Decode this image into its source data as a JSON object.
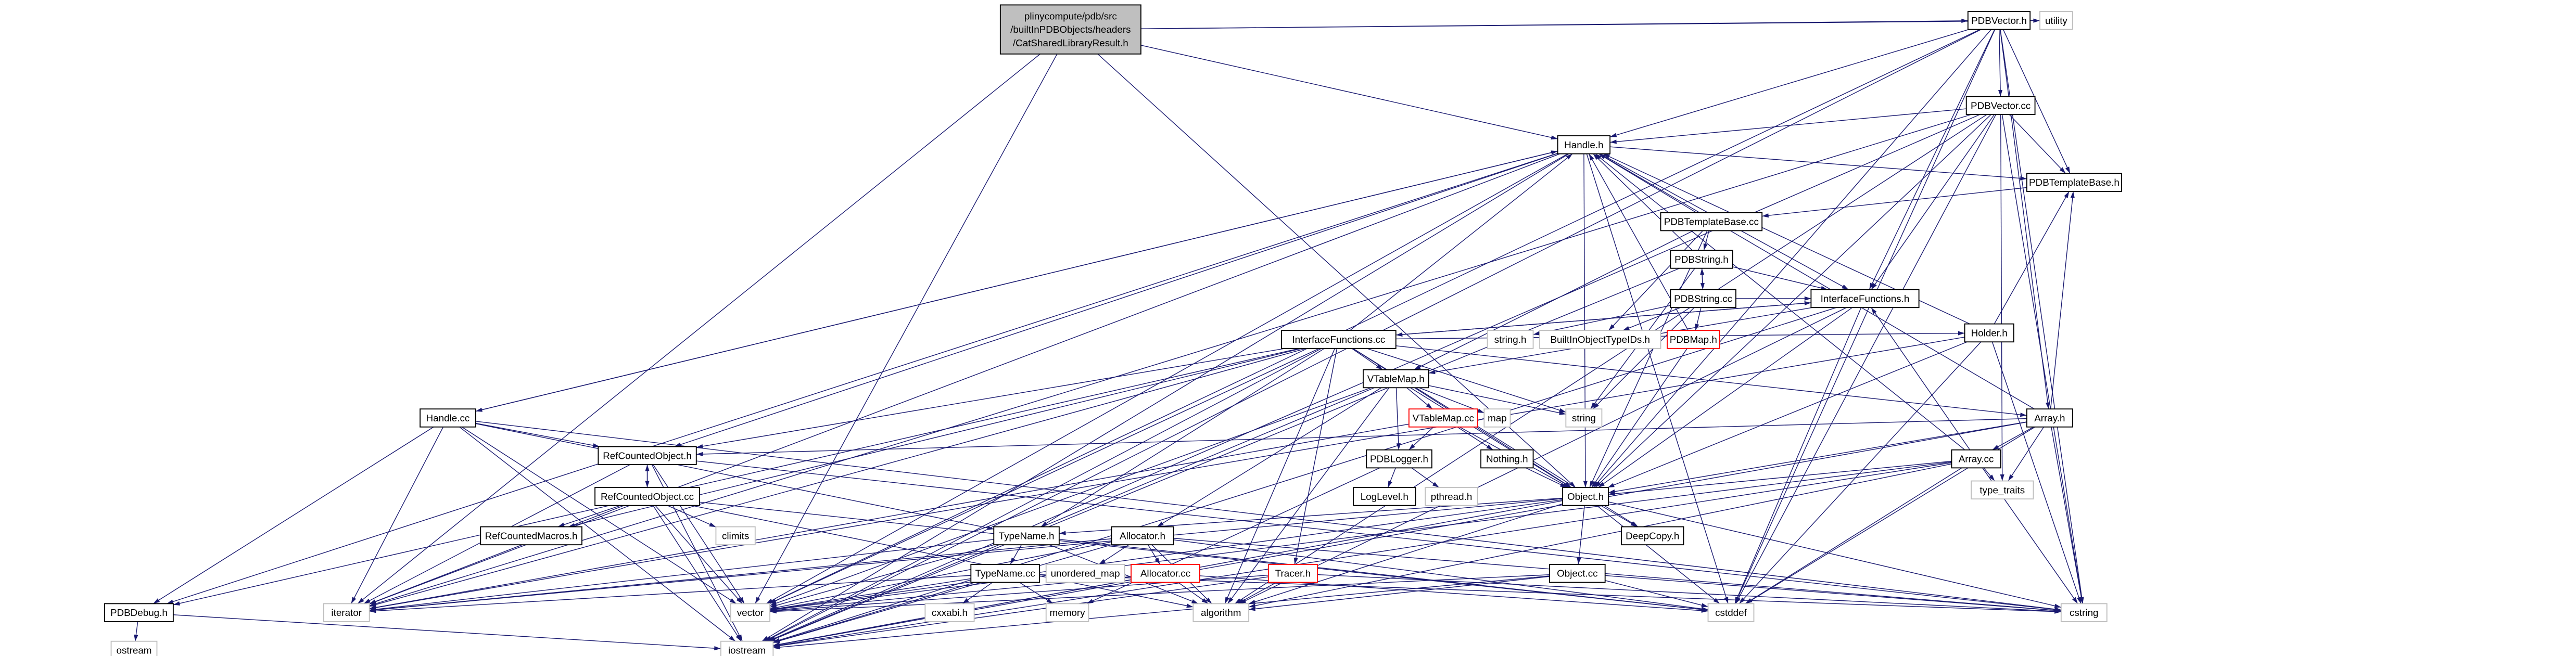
{
  "title": "plinycompute/pdb/src/builtInPDBObjects/headers/CatSharedLibraryResult.h",
  "colors": {
    "edge": "#191970",
    "root_fill": "#bfbfbf",
    "missing_border": "#ff0000",
    "system_border": "#bfbfbf"
  },
  "nodes": {
    "root": {
      "lines": [
        "plinycompute/pdb/src",
        "/builtInPDBObjects/headers",
        "/CatSharedLibraryResult.h"
      ],
      "kind": "root"
    },
    "PDBVector_h": {
      "lines": [
        "PDBVector.h"
      ],
      "kind": "file"
    },
    "utility": {
      "lines": [
        "utility"
      ],
      "kind": "sys"
    },
    "PDBVector_cc": {
      "lines": [
        "PDBVector.cc"
      ],
      "kind": "file"
    },
    "Handle_h": {
      "lines": [
        "Handle.h"
      ],
      "kind": "file"
    },
    "PDBTemplateBase_h": {
      "lines": [
        "PDBTemplateBase.h"
      ],
      "kind": "file"
    },
    "PDBTemplateBase_cc": {
      "lines": [
        "PDBTemplateBase.cc"
      ],
      "kind": "file"
    },
    "PDBString_h": {
      "lines": [
        "PDBString.h"
      ],
      "kind": "file"
    },
    "PDBString_cc": {
      "lines": [
        "PDBString.cc"
      ],
      "kind": "file"
    },
    "InterfaceFunctions_h": {
      "lines": [
        "InterfaceFunctions.h"
      ],
      "kind": "file"
    },
    "InterfaceFunctions_cc": {
      "lines": [
        "InterfaceFunctions.cc"
      ],
      "kind": "file"
    },
    "string_h": {
      "lines": [
        "string.h"
      ],
      "kind": "sys"
    },
    "BuiltInObjectTypeIDs_h": {
      "lines": [
        "BuiltInObjectTypeIDs.h"
      ],
      "kind": "sys"
    },
    "PDBMap_h": {
      "lines": [
        "PDBMap.h"
      ],
      "kind": "red"
    },
    "Holder_h": {
      "lines": [
        "Holder.h"
      ],
      "kind": "file"
    },
    "VTableMap_h": {
      "lines": [
        "VTableMap.h"
      ],
      "kind": "file"
    },
    "Handle_cc": {
      "lines": [
        "Handle.cc"
      ],
      "kind": "file"
    },
    "Array_h": {
      "lines": [
        "Array.h"
      ],
      "kind": "file"
    },
    "VTableMap_cc": {
      "lines": [
        "VTableMap.cc"
      ],
      "kind": "red"
    },
    "map": {
      "lines": [
        "map"
      ],
      "kind": "sys"
    },
    "string": {
      "lines": [
        "string"
      ],
      "kind": "sys"
    },
    "RefCountedObject_h": {
      "lines": [
        "RefCountedObject.h"
      ],
      "kind": "file"
    },
    "PDBLogger_h": {
      "lines": [
        "PDBLogger.h"
      ],
      "kind": "file"
    },
    "Nothing_h": {
      "lines": [
        "Nothing.h"
      ],
      "kind": "file"
    },
    "Array_cc": {
      "lines": [
        "Array.cc"
      ],
      "kind": "file"
    },
    "type_traits": {
      "lines": [
        "type_traits"
      ],
      "kind": "sys"
    },
    "LogLevel_h": {
      "lines": [
        "LogLevel.h"
      ],
      "kind": "file"
    },
    "pthread_h": {
      "lines": [
        "pthread.h"
      ],
      "kind": "sys"
    },
    "Object_h": {
      "lines": [
        "Object.h"
      ],
      "kind": "file"
    },
    "RefCountedObject_cc": {
      "lines": [
        "RefCountedObject.cc"
      ],
      "kind": "file"
    },
    "climits": {
      "lines": [
        "climits"
      ],
      "kind": "sys"
    },
    "RefCountedMacros_h": {
      "lines": [
        "RefCountedMacros.h"
      ],
      "kind": "file"
    },
    "DeepCopy_h": {
      "lines": [
        "DeepCopy.h"
      ],
      "kind": "file"
    },
    "TypeName_h": {
      "lines": [
        "TypeName.h"
      ],
      "kind": "file"
    },
    "Allocator_h": {
      "lines": [
        "Allocator.h"
      ],
      "kind": "file"
    },
    "TypeName_cc": {
      "lines": [
        "TypeName.cc"
      ],
      "kind": "file"
    },
    "unordered_map": {
      "lines": [
        "unordered_map"
      ],
      "kind": "sys"
    },
    "Allocator_cc": {
      "lines": [
        "Allocator.cc"
      ],
      "kind": "red"
    },
    "Tracer_h": {
      "lines": [
        "Tracer.h"
      ],
      "kind": "red"
    },
    "Object_cc": {
      "lines": [
        "Object.cc"
      ],
      "kind": "file"
    },
    "PDBDebug_h": {
      "lines": [
        "PDBDebug.h"
      ],
      "kind": "file"
    },
    "iterator": {
      "lines": [
        "iterator"
      ],
      "kind": "sys"
    },
    "vector": {
      "lines": [
        "vector"
      ],
      "kind": "sys"
    },
    "cxxabi_h": {
      "lines": [
        "cxxabi.h"
      ],
      "kind": "sys"
    },
    "memory": {
      "lines": [
        "memory"
      ],
      "kind": "sys"
    },
    "algorithm": {
      "lines": [
        "algorithm"
      ],
      "kind": "sys"
    },
    "cstddef": {
      "lines": [
        "cstddef"
      ],
      "kind": "sys"
    },
    "cstring": {
      "lines": [
        "cstring"
      ],
      "kind": "sys"
    },
    "ostream": {
      "lines": [
        "ostream"
      ],
      "kind": "sys"
    },
    "iostream": {
      "lines": [
        "iostream"
      ],
      "kind": "sys"
    }
  },
  "edges": [
    [
      "root",
      "PDBVector_h"
    ],
    [
      "root",
      "Handle_h"
    ],
    [
      "root",
      "utility"
    ],
    [
      "root",
      "Object_h"
    ],
    [
      "root",
      "iterator"
    ],
    [
      "root",
      "vector"
    ],
    [
      "PDBVector_h",
      "PDBVector_cc"
    ],
    [
      "PDBVector_h",
      "Handle_h"
    ],
    [
      "PDBVector_h",
      "PDBTemplateBase_h"
    ],
    [
      "PDBVector_h",
      "InterfaceFunctions_h"
    ],
    [
      "PDBVector_h",
      "Object_h"
    ],
    [
      "PDBVector_h",
      "Array_h"
    ],
    [
      "PDBVector_h",
      "cstddef"
    ],
    [
      "PDBVector_h",
      "cstring"
    ],
    [
      "PDBVector_h",
      "iostream"
    ],
    [
      "PDBVector_h",
      "vector"
    ],
    [
      "PDBVector_cc",
      "Handle_h"
    ],
    [
      "PDBVector_cc",
      "InterfaceFunctions_h"
    ],
    [
      "PDBVector_cc",
      "PDBTemplateBase_h"
    ],
    [
      "PDBVector_cc",
      "Object_h"
    ],
    [
      "PDBVector_cc",
      "cstddef"
    ],
    [
      "PDBVector_cc",
      "cstring"
    ],
    [
      "PDBVector_cc",
      "iostream"
    ],
    [
      "PDBVector_cc",
      "iterator"
    ],
    [
      "PDBVector_cc",
      "algorithm"
    ],
    [
      "PDBVector_cc",
      "type_traits"
    ],
    [
      "Handle_h",
      "Handle_cc"
    ],
    [
      "Handle_h",
      "PDBTemplateBase_h"
    ],
    [
      "Handle_h",
      "Object_h"
    ],
    [
      "Handle_h",
      "RefCountedObject_h"
    ],
    [
      "Handle_h",
      "iostream"
    ],
    [
      "Handle_h",
      "iterator"
    ],
    [
      "Handle_h",
      "cstddef"
    ],
    [
      "Handle_h",
      "PDBDebug_h"
    ],
    [
      "Handle_h",
      "vector"
    ],
    [
      "Handle_h",
      "InterfaceFunctions_h"
    ],
    [
      "PDBTemplateBase_h",
      "PDBTemplateBase_cc"
    ],
    [
      "PDBTemplateBase_cc",
      "PDBString_h"
    ],
    [
      "PDBTemplateBase_cc",
      "VTableMap_h"
    ],
    [
      "PDBTemplateBase_cc",
      "BuiltInObjectTypeIDs_h"
    ],
    [
      "PDBTemplateBase_cc",
      "Object_h"
    ],
    [
      "PDBTemplateBase_cc",
      "Handle_h"
    ],
    [
      "PDBString_h",
      "PDBString_cc"
    ],
    [
      "PDBString_h",
      "InterfaceFunctions_h"
    ],
    [
      "PDBString_h",
      "Handle_h"
    ],
    [
      "PDBString_h",
      "string"
    ],
    [
      "PDBString_h",
      "iostream"
    ],
    [
      "PDBString_cc",
      "PDBString_h"
    ],
    [
      "PDBString_cc",
      "string_h"
    ],
    [
      "PDBString_cc",
      "BuiltInObjectTypeIDs_h"
    ],
    [
      "PDBString_cc",
      "PDBMap_h"
    ],
    [
      "PDBString_cc",
      "string"
    ],
    [
      "PDBString_cc",
      "InterfaceFunctions_h"
    ],
    [
      "PDBMap_h",
      "Object_h"
    ],
    [
      "PDBMap_h",
      "Handle_h"
    ],
    [
      "InterfaceFunctions_h",
      "InterfaceFunctions_cc"
    ],
    [
      "InterfaceFunctions_h",
      "Object_h"
    ],
    [
      "InterfaceFunctions_h",
      "VTableMap_h"
    ],
    [
      "InterfaceFunctions_h",
      "cstddef"
    ],
    [
      "InterfaceFunctions_h",
      "algorithm"
    ],
    [
      "InterfaceFunctions_h",
      "iostream"
    ],
    [
      "InterfaceFunctions_cc",
      "VTableMap_h"
    ],
    [
      "InterfaceFunctions_cc",
      "Handle_h"
    ],
    [
      "InterfaceFunctions_cc",
      "RefCountedObject_h"
    ],
    [
      "InterfaceFunctions_cc",
      "TypeName_h"
    ],
    [
      "InterfaceFunctions_cc",
      "Tracer_h"
    ],
    [
      "InterfaceFunctions_cc",
      "Holder_h"
    ],
    [
      "InterfaceFunctions_cc",
      "Array_h"
    ],
    [
      "InterfaceFunctions_cc",
      "InterfaceFunctions_h"
    ],
    [
      "InterfaceFunctions_cc",
      "RefCountedMacros_h"
    ],
    [
      "InterfaceFunctions_cc",
      "Object_h"
    ],
    [
      "InterfaceFunctions_cc",
      "DeepCopy_h"
    ],
    [
      "InterfaceFunctions_cc",
      "iterator"
    ],
    [
      "InterfaceFunctions_cc",
      "iostream"
    ],
    [
      "InterfaceFunctions_cc",
      "vector"
    ],
    [
      "InterfaceFunctions_cc",
      "algorithm"
    ],
    [
      "InterfaceFunctions_cc",
      "PDBDebug_h"
    ],
    [
      "InterfaceFunctions_cc",
      "string"
    ],
    [
      "Holder_h",
      "Handle_h"
    ],
    [
      "Holder_h",
      "PDBTemplateBase_h"
    ],
    [
      "Holder_h",
      "Object_h"
    ],
    [
      "Holder_h",
      "cstddef"
    ],
    [
      "Holder_h",
      "cstring"
    ],
    [
      "Holder_h",
      "iterator"
    ],
    [
      "VTableMap_h",
      "VTableMap_cc"
    ],
    [
      "VTableMap_h",
      "map"
    ],
    [
      "VTableMap_h",
      "string"
    ],
    [
      "VTableMap_h",
      "PDBLogger_h"
    ],
    [
      "VTableMap_h",
      "Object_h"
    ],
    [
      "VTableMap_h",
      "Allocator_h"
    ],
    [
      "VTableMap_h",
      "iostream"
    ],
    [
      "VTableMap_h",
      "vector"
    ],
    [
      "VTableMap_h",
      "algorithm"
    ],
    [
      "VTableMap_cc",
      "PDBLogger_h"
    ],
    [
      "VTableMap_cc",
      "Nothing_h"
    ],
    [
      "VTableMap_cc",
      "Object_h"
    ],
    [
      "VTableMap_cc",
      "iterator"
    ],
    [
      "Handle_cc",
      "RefCountedObject_h"
    ],
    [
      "Handle_cc",
      "TypeName_h"
    ],
    [
      "Handle_cc",
      "iterator"
    ],
    [
      "Handle_cc",
      "vector"
    ],
    [
      "Handle_cc",
      "iostream"
    ],
    [
      "Handle_cc",
      "PDBDebug_h"
    ],
    [
      "Handle_cc",
      "Handle_h"
    ],
    [
      "Handle_cc",
      "cstring"
    ],
    [
      "Array_h",
      "Array_cc"
    ],
    [
      "Array_h",
      "Object_h"
    ],
    [
      "Array_h",
      "Handle_h"
    ],
    [
      "Array_h",
      "PDBTemplateBase_h"
    ],
    [
      "Array_h",
      "cstddef"
    ],
    [
      "Array_h",
      "cstring"
    ],
    [
      "Array_h",
      "iostream"
    ],
    [
      "Array_h",
      "type_traits"
    ],
    [
      "Array_h",
      "RefCountedObject_h"
    ],
    [
      "Array_cc",
      "Object_h"
    ],
    [
      "Array_cc",
      "InterfaceFunctions_h"
    ],
    [
      "Array_cc",
      "Handle_h"
    ],
    [
      "Array_cc",
      "type_traits"
    ],
    [
      "Array_cc",
      "cstring"
    ],
    [
      "Array_cc",
      "cstddef"
    ],
    [
      "Array_cc",
      "algorithm"
    ],
    [
      "Array_cc",
      "iostream"
    ],
    [
      "Array_cc",
      "vector"
    ],
    [
      "RefCountedObject_h",
      "RefCountedObject_cc"
    ],
    [
      "RefCountedObject_h",
      "iterator"
    ],
    [
      "RefCountedObject_h",
      "vector"
    ],
    [
      "RefCountedObject_h",
      "iostream"
    ],
    [
      "RefCountedObject_h",
      "cstring"
    ],
    [
      "RefCountedObject_cc",
      "RefCountedObject_h"
    ],
    [
      "RefCountedObject_cc",
      "climits"
    ],
    [
      "RefCountedObject_cc",
      "RefCountedMacros_h"
    ],
    [
      "RefCountedObject_cc",
      "iterator"
    ],
    [
      "RefCountedObject_cc",
      "vector"
    ],
    [
      "RefCountedObject_cc",
      "iostream"
    ],
    [
      "RefCountedObject_cc",
      "cstddef"
    ],
    [
      "RefCountedObject_cc",
      "algorithm"
    ],
    [
      "PDBLogger_h",
      "LogLevel_h"
    ],
    [
      "PDBLogger_h",
      "pthread_h"
    ],
    [
      "PDBLogger_h",
      "memory"
    ],
    [
      "Nothing_h",
      "Object_h"
    ],
    [
      "Object_h",
      "DeepCopy_h"
    ],
    [
      "Object_h",
      "Object_cc"
    ],
    [
      "Object_h",
      "TypeName_h"
    ],
    [
      "Object_h",
      "cstddef"
    ],
    [
      "Object_h",
      "cstring"
    ],
    [
      "Object_h",
      "iostream"
    ],
    [
      "Object_h",
      "algorithm"
    ],
    [
      "Object_h",
      "vector"
    ],
    [
      "Object_h",
      "iterator"
    ],
    [
      "Object_cc",
      "cstddef"
    ],
    [
      "Object_cc",
      "cstring"
    ],
    [
      "Object_cc",
      "iostream"
    ],
    [
      "Object_cc",
      "algorithm"
    ],
    [
      "Object_cc",
      "vector"
    ],
    [
      "TypeName_h",
      "TypeName_cc"
    ],
    [
      "TypeName_h",
      "iterator"
    ],
    [
      "TypeName_h",
      "vector"
    ],
    [
      "TypeName_h",
      "algorithm"
    ],
    [
      "TypeName_h",
      "cstddef"
    ],
    [
      "TypeName_cc",
      "cxxabi_h"
    ],
    [
      "TypeName_cc",
      "memory"
    ],
    [
      "TypeName_cc",
      "iostream"
    ],
    [
      "TypeName_cc",
      "vector"
    ],
    [
      "TypeName_cc",
      "cstring"
    ],
    [
      "TypeName_cc",
      "iterator"
    ],
    [
      "Allocator_h",
      "Allocator_cc"
    ],
    [
      "Allocator_h",
      "unordered_map"
    ],
    [
      "Allocator_h",
      "iostream"
    ],
    [
      "Allocator_h",
      "vector"
    ],
    [
      "Allocator_h",
      "cstddef"
    ],
    [
      "Allocator_h",
      "cstring"
    ],
    [
      "Allocator_h",
      "algorithm"
    ],
    [
      "Allocator_h",
      "iterator"
    ],
    [
      "Allocator_cc",
      "iostream"
    ],
    [
      "Allocator_cc",
      "vector"
    ],
    [
      "Allocator_cc",
      "cstddef"
    ],
    [
      "Allocator_cc",
      "algorithm"
    ],
    [
      "Tracer_h",
      "iostream"
    ],
    [
      "Tracer_h",
      "algorithm"
    ],
    [
      "Tracer_h",
      "vector"
    ],
    [
      "Tracer_h",
      "cstring"
    ],
    [
      "PDBDebug_h",
      "ostream"
    ],
    [
      "PDBDebug_h",
      "iostream"
    ]
  ]
}
